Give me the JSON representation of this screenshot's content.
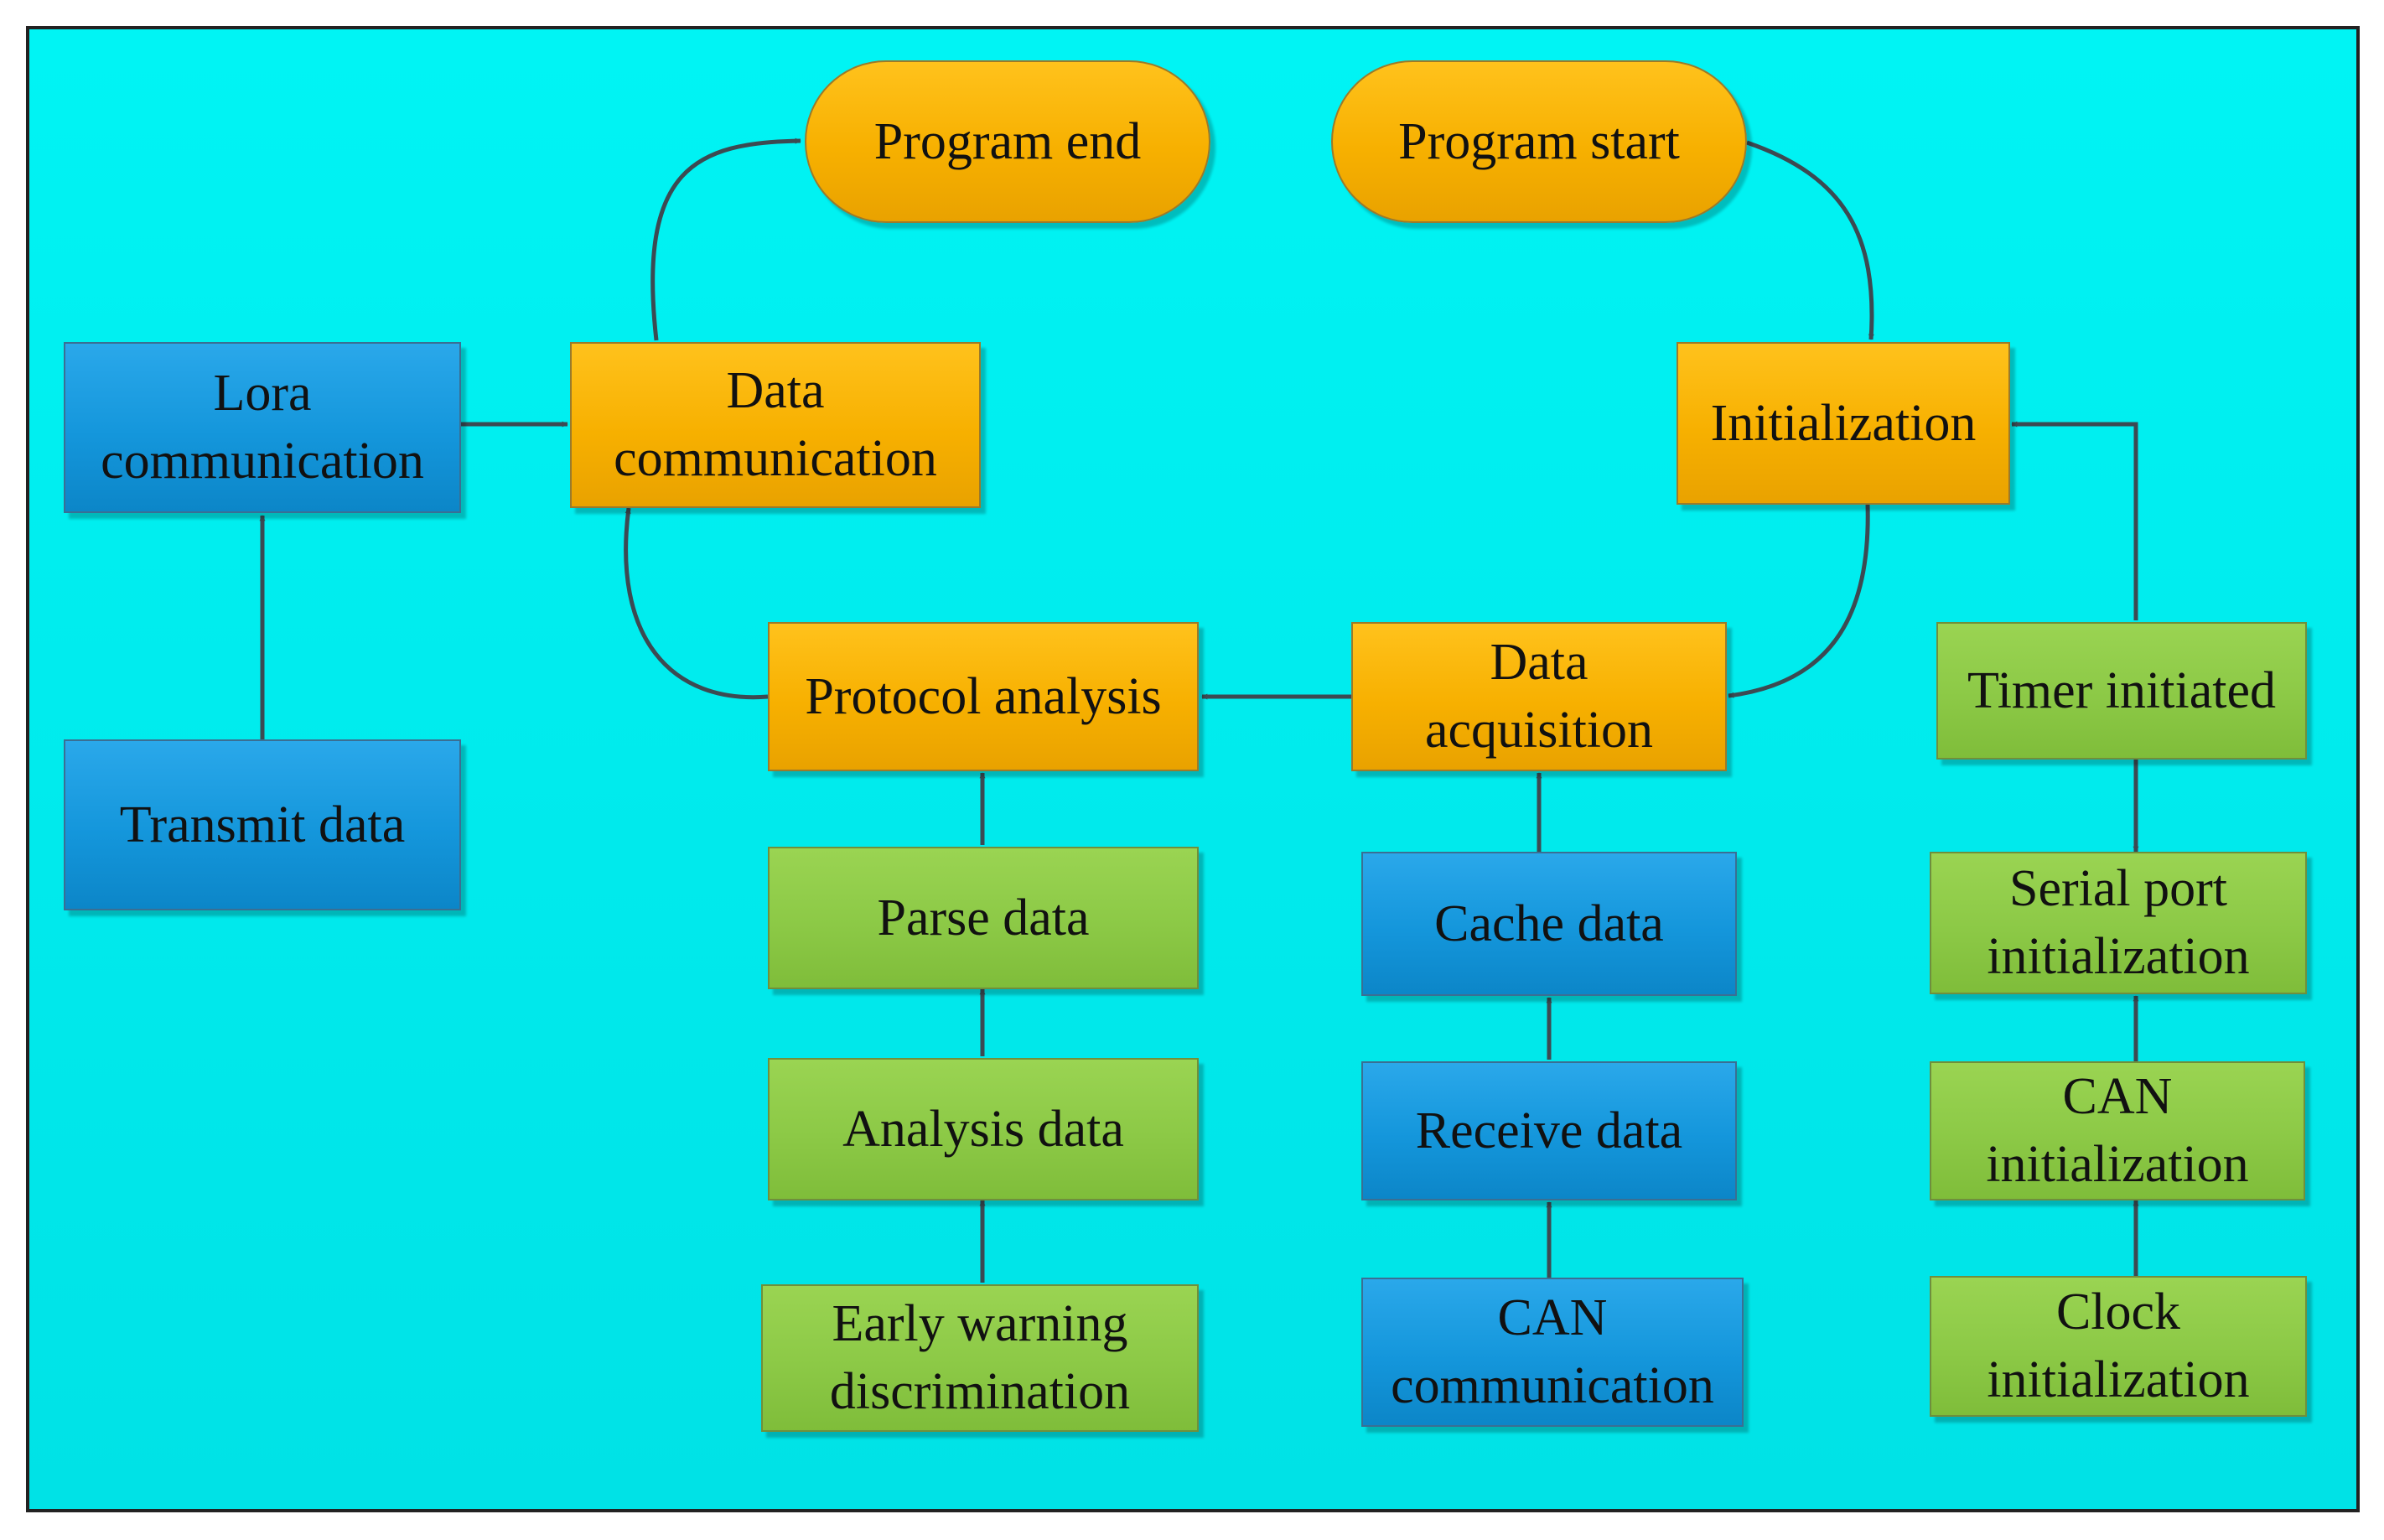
{
  "colors": {
    "background": "#00eef0",
    "process_node": "#f7b000",
    "green_node": "#8cc946",
    "blue_node": "#1496db",
    "arrow": "#3c4a52",
    "border": "#222222"
  },
  "nodes": {
    "program_end": {
      "label": "Program end",
      "shape": "terminal",
      "color": "orange"
    },
    "program_start": {
      "label": "Program start",
      "shape": "terminal",
      "color": "orange"
    },
    "lora_communication": {
      "label": "Lora\ncommunication",
      "color": "blue"
    },
    "data_communication": {
      "label": "Data\ncommunication",
      "color": "orange"
    },
    "initialization": {
      "label": "Initialization",
      "color": "orange"
    },
    "protocol_analysis": {
      "label": "Protocol analysis",
      "color": "orange"
    },
    "data_acquisition": {
      "label": "Data\nacquisition",
      "color": "orange"
    },
    "timer_initiated": {
      "label": "Timer initiated",
      "color": "green"
    },
    "transmit_data": {
      "label": "Transmit data",
      "color": "blue"
    },
    "parse_data": {
      "label": "Parse data",
      "color": "green"
    },
    "cache_data": {
      "label": "Cache data",
      "color": "blue"
    },
    "serial_port_initialization": {
      "label": "Serial port\ninitialization",
      "color": "green"
    },
    "analysis_data": {
      "label": "Analysis data",
      "color": "green"
    },
    "receive_data": {
      "label": "Receive data",
      "color": "blue"
    },
    "can_initialization": {
      "label": "CAN\ninitialization",
      "color": "green"
    },
    "early_warning_discrimination": {
      "label": "Early warning\ndiscrimination",
      "color": "green"
    },
    "can_communication": {
      "label": "CAN\ncommunication",
      "color": "blue"
    },
    "clock_initialization": {
      "label": "Clock\ninitialization",
      "color": "green"
    }
  },
  "edges": [
    {
      "from": "program_start",
      "to": "initialization"
    },
    {
      "from": "initialization",
      "to": "data_acquisition"
    },
    {
      "from": "data_acquisition",
      "to": "protocol_analysis"
    },
    {
      "from": "protocol_analysis",
      "to": "data_communication"
    },
    {
      "from": "data_communication",
      "to": "program_end"
    },
    {
      "from": "lora_communication",
      "to": "data_communication"
    },
    {
      "from": "transmit_data",
      "to": "lora_communication"
    },
    {
      "from": "parse_data",
      "to": "protocol_analysis"
    },
    {
      "from": "analysis_data",
      "to": "parse_data"
    },
    {
      "from": "early_warning_discrimination",
      "to": "analysis_data"
    },
    {
      "from": "cache_data",
      "to": "data_acquisition"
    },
    {
      "from": "receive_data",
      "to": "cache_data"
    },
    {
      "from": "can_communication",
      "to": "receive_data"
    },
    {
      "from": "timer_initiated",
      "to": "initialization"
    },
    {
      "from": "timer_initiated",
      "to": "serial_port_initialization"
    },
    {
      "from": "can_initialization",
      "to": "serial_port_initialization"
    },
    {
      "from": "clock_initialization",
      "to": "can_initialization"
    }
  ]
}
